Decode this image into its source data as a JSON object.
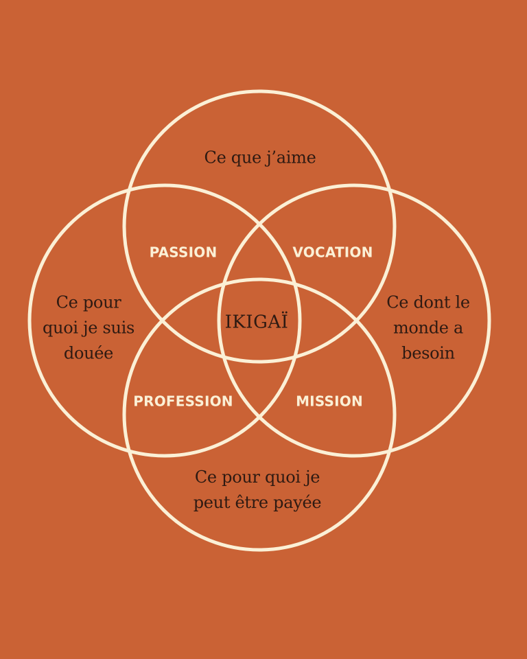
{
  "colors": {
    "background": "#CA6235",
    "circle_stroke": "#FBF0D6",
    "outer_text": "#2E1A12",
    "intersection_text": "#FBF0D6"
  },
  "outer": {
    "top": "Ce que j’aime",
    "left": [
      "Ce pour",
      "quoi je suis",
      "douée"
    ],
    "right": [
      "Ce dont le",
      "monde a",
      "besoin"
    ],
    "bottom": [
      "Ce pour quoi je",
      "peut être payée"
    ]
  },
  "intersections": {
    "passion": "PASSION",
    "vocation": "VOCATION",
    "profession": "PROFESSION",
    "mission": "MISSION"
  },
  "center": "IKIGAÏ"
}
